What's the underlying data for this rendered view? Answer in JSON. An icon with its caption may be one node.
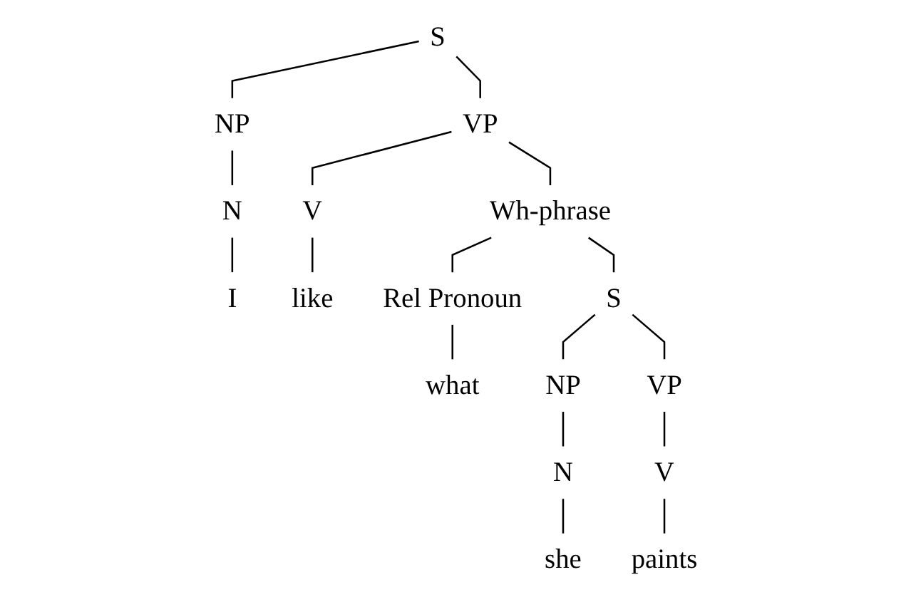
{
  "diagram": {
    "nodes": [
      {
        "text": [
          "S"
        ]
      },
      {
        "text": [
          "NP"
        ]
      },
      {
        "text": [
          "VP"
        ]
      },
      {
        "text": [
          "N"
        ]
      },
      {
        "text": [
          "V"
        ]
      },
      {
        "text": [
          "Wh-phrase"
        ]
      },
      {
        "text": [
          "I"
        ]
      },
      {
        "text": [
          "like"
        ]
      },
      {
        "text": [
          "Rel Pronoun"
        ]
      },
      {
        "text": [
          "S"
        ]
      },
      {
        "text": [
          "what"
        ]
      },
      {
        "text": [
          "NP"
        ]
      },
      {
        "text": [
          "VP"
        ]
      },
      {
        "text": [
          "N"
        ]
      },
      {
        "text": [
          "V"
        ]
      },
      {
        "text": [
          "she"
        ]
      },
      {
        "text": [
          "paints"
        ]
      }
    ],
    "edges": [
      {
        "from": 0,
        "to": 1,
        "arrow": "none"
      },
      {
        "from": 0,
        "to": 2,
        "arrow": "none"
      },
      {
        "from": 1,
        "to": 3,
        "arrow": "none"
      },
      {
        "from": 2,
        "to": 4,
        "arrow": "none"
      },
      {
        "from": 2,
        "to": 5,
        "arrow": "none"
      },
      {
        "from": 3,
        "to": 6,
        "arrow": "none"
      },
      {
        "from": 4,
        "to": 7,
        "arrow": "none"
      },
      {
        "from": 5,
        "to": 8,
        "arrow": "none"
      },
      {
        "from": 5,
        "to": 9,
        "arrow": "none"
      },
      {
        "from": 8,
        "to": 10,
        "arrow": "none"
      },
      {
        "from": 9,
        "to": 11,
        "arrow": "none"
      },
      {
        "from": 9,
        "to": 12,
        "arrow": "none"
      },
      {
        "from": 11,
        "to": 13,
        "arrow": "none"
      },
      {
        "from": 12,
        "to": 14,
        "arrow": "none"
      },
      {
        "from": 13,
        "to": 15,
        "arrow": "none"
      },
      {
        "from": 14,
        "to": 16,
        "arrow": "none"
      }
    ]
  }
}
